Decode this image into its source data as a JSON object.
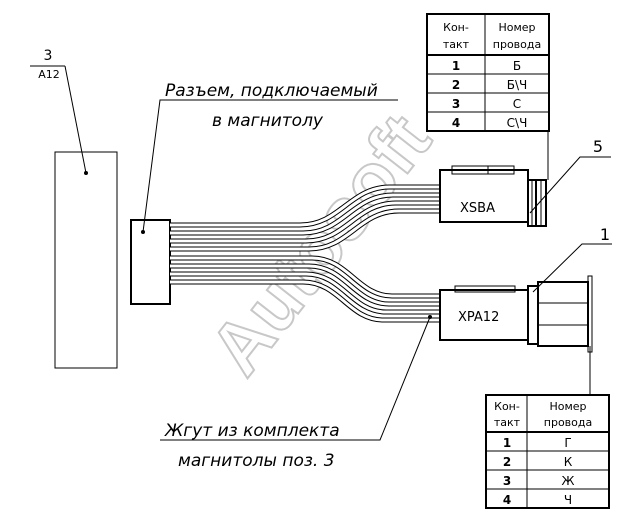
{
  "watermark": "Autosoft",
  "top_mark": "",
  "unit_a12": {
    "number": "3",
    "designation": "A12"
  },
  "connector_label": {
    "line1": "Разъем, подключаемый",
    "line2": "в магнитолу"
  },
  "harness_label": {
    "line1": "Жгут из комплекта",
    "line2": "магнитолы поз. 3"
  },
  "xsba": {
    "label": "XSBA",
    "position_number": "5"
  },
  "xpa12": {
    "label": "XPA12",
    "position_number": "1"
  },
  "table_top": {
    "header": {
      "col1": "Кон-\nтакт",
      "col2": "Номер\nпровода"
    },
    "rows": [
      {
        "contact": "1",
        "wire": "Б"
      },
      {
        "contact": "2",
        "wire": "Б\\Ч"
      },
      {
        "contact": "3",
        "wire": "С"
      },
      {
        "contact": "4",
        "wire": "С\\Ч"
      }
    ]
  },
  "table_bottom": {
    "header": {
      "col1": "Кон-\nтакт",
      "col2": "Номер\nпровода"
    },
    "rows": [
      {
        "contact": "1",
        "wire": "Г"
      },
      {
        "contact": "2",
        "wire": "К"
      },
      {
        "contact": "3",
        "wire": "Ж"
      },
      {
        "contact": "4",
        "wire": "Ч"
      }
    ]
  }
}
